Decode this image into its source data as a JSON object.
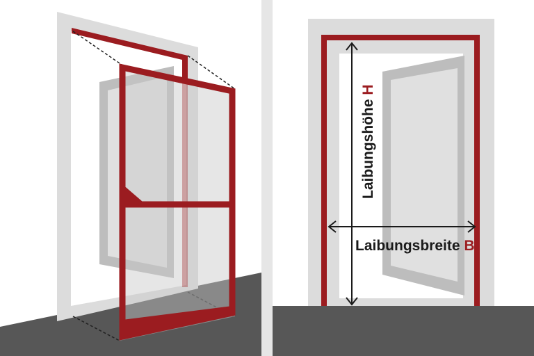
{
  "labels": {
    "height_text": "Laibungshöhe",
    "height_letter": "H",
    "width_text": "Laibungsbreite",
    "width_letter": "B"
  },
  "colors": {
    "frame_red": "#9b1c20",
    "floor": "#575757",
    "wall_frame": "#d9d9d9",
    "door": "#bdbdbd",
    "text": "#1a1a1a"
  }
}
